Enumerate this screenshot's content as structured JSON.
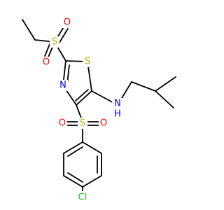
{
  "colors": {
    "S": "#b5b500",
    "O": "#ff0000",
    "N": "#0000ff",
    "Cl": "#1fb51f",
    "bond": "#000000"
  },
  "atoms": {
    "S_sulfonyl_top": "S",
    "O_top_a": "O",
    "O_top_b": "O",
    "S_ring": "S",
    "N_ring": "N",
    "N_amine": "N",
    "H_amine": "H",
    "S_sulfonyl_mid": "S",
    "O_mid_a": "O",
    "O_mid_b": "O",
    "Cl": "Cl"
  }
}
